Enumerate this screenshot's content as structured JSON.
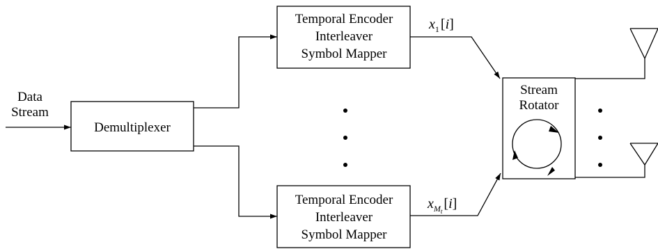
{
  "input_label": {
    "line1": "Data",
    "line2": "Stream"
  },
  "demux": {
    "label": "Demultiplexer"
  },
  "encoder_top": {
    "line1": "Temporal Encoder",
    "line2": "Interleaver",
    "line3": "Symbol Mapper"
  },
  "encoder_bottom": {
    "line1": "Temporal Encoder",
    "line2": "Interleaver",
    "line3": "Symbol Mapper"
  },
  "signal_top": {
    "var": "x",
    "sub": "1",
    "open": "[",
    "idx": "i",
    "close": "]"
  },
  "signal_bottom": {
    "var": "x",
    "sub": "M",
    "subsub": "t",
    "open": "[",
    "idx": "i",
    "close": "]"
  },
  "rotator": {
    "line1": "Stream",
    "line2": "Rotator"
  },
  "colors": {
    "stroke": "#000000",
    "background": "#ffffff"
  }
}
